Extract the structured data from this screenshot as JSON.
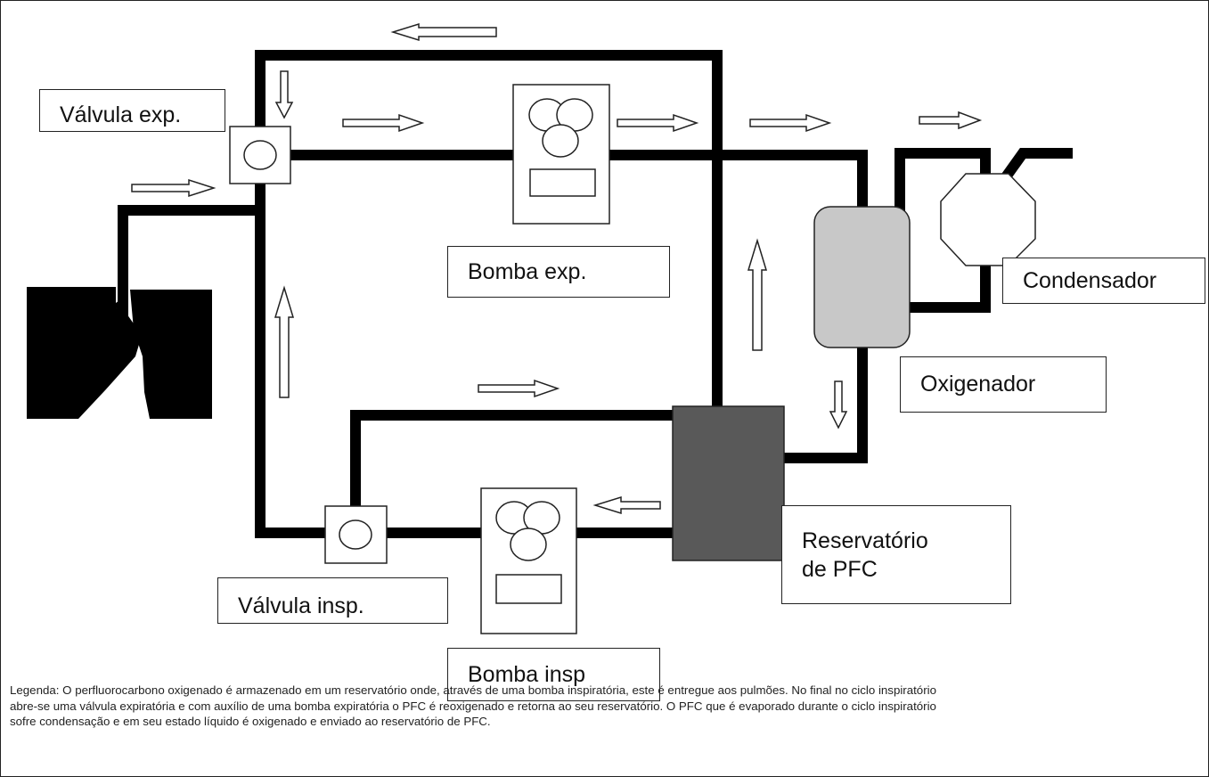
{
  "labels": {
    "valvula_exp": "Válvula exp.",
    "bomba_exp": "Bomba exp.",
    "condensador": "Condensador",
    "oxigenador": "Oxigenador",
    "reservatorio_line1": "Reservatório",
    "reservatorio_line2": "de PFC",
    "valvula_insp": "Válvula insp.",
    "bomba_insp": "Bomba insp"
  },
  "caption": {
    "line1": "Legenda: O perfluorocarbono oxigenado é armazenado em um reservatório onde, através de uma bomba inspiratória, este é entregue aos pulmões. No final no ciclo inspiratório",
    "line2": "abre-se uma válvula expiratória e com auxílio de uma bomba expiratória o PFC é reoxigenado e retorna ao seu reservatório. O PFC que é evaporado durante o ciclo inspiratório",
    "line3": "sofre condensação e em seu estado líquido é oxigenado e enviado ao reservatório de PFC."
  },
  "colors": {
    "pipe": "#000000",
    "reservoir": "#595959",
    "oxygenator": "#c8c8c8"
  }
}
